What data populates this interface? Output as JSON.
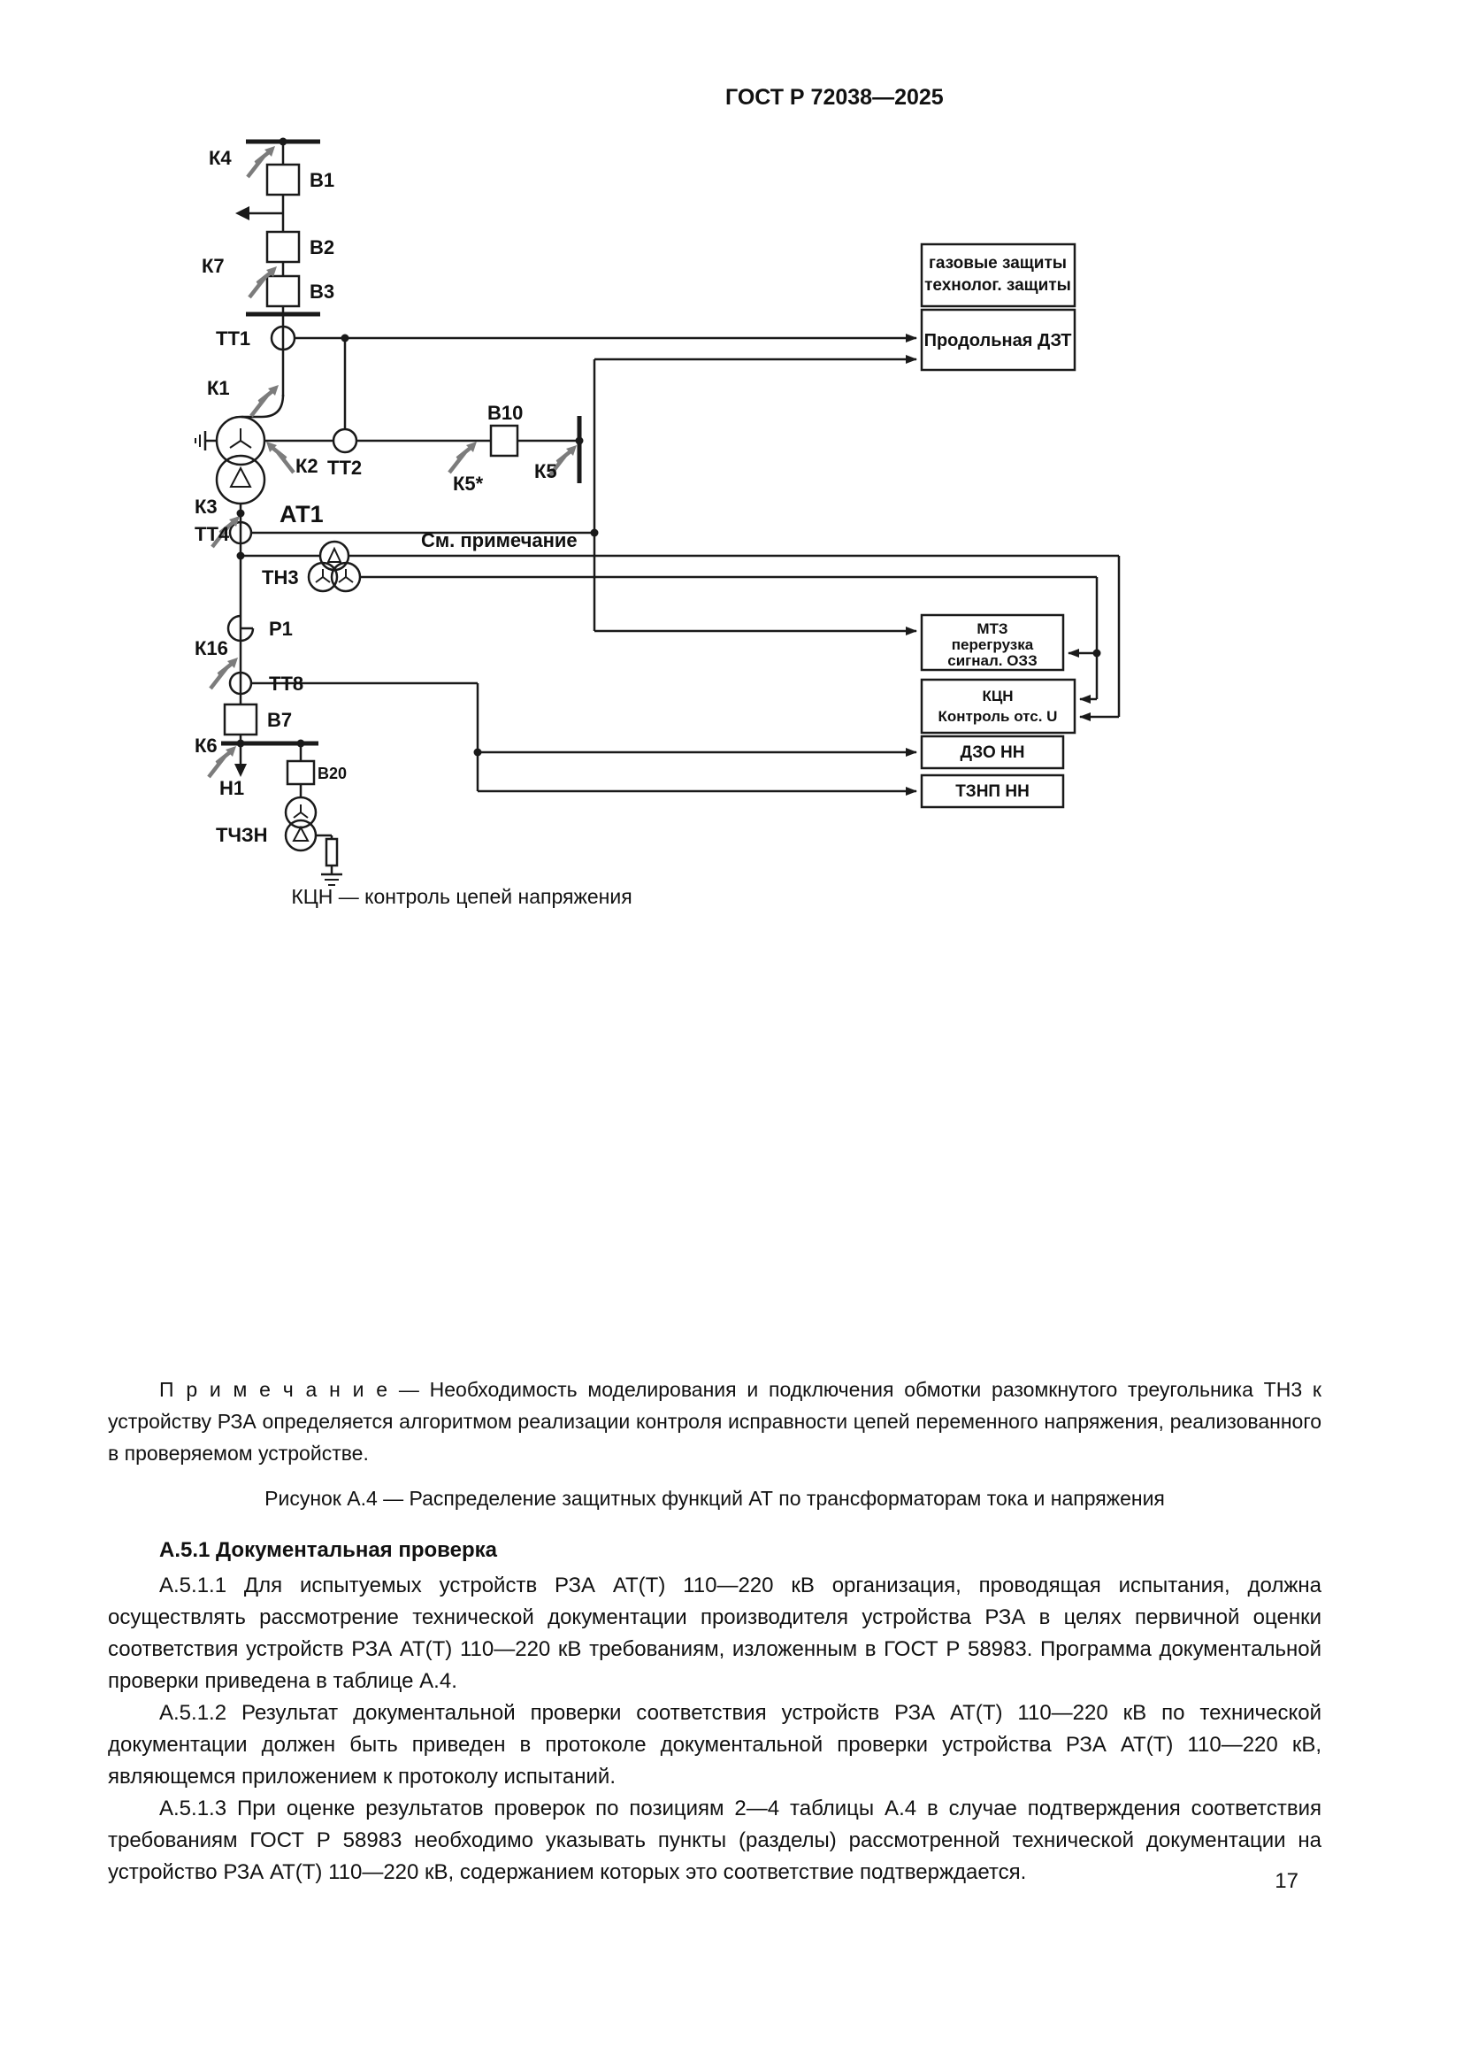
{
  "page": {
    "header": "ГОСТ Р 72038—2025",
    "number": "17"
  },
  "figure": {
    "labels": {
      "k4": "К4",
      "v1": "В1",
      "v2": "В2",
      "k7": "К7",
      "v3": "В3",
      "tt1": "ТТ1",
      "k1": "К1",
      "at1": "АТ1",
      "k2": "К2",
      "tt2": "ТТ2",
      "v10": "В10",
      "k5a": "К5*",
      "k5": "К5",
      "k3": "К3",
      "tt4": "ТТ4",
      "tn3": "ТН3",
      "see_note": "См. примечание",
      "r1": "Р1",
      "k16": "К16",
      "tt8": "ТТ8",
      "v7": "В7",
      "k6": "К6",
      "n1": "Н1",
      "v20": "В20",
      "tchzn": "ТЧЗН"
    },
    "boxes": {
      "gas_line1": "газовые защиты",
      "gas_line2": "технолог. защиты",
      "dzt": "Продольная ДЗТ",
      "mtz_line1": "МТЗ",
      "mtz_line2": "перегрузка",
      "mtz_line3": "сигнал. ОЗЗ",
      "kcn_line1": "КЦН",
      "kcn_line2": "Контроль отс. U",
      "dzo": "ДЗО НН",
      "tznp": "ТЗНП НН"
    },
    "legend": "КЦН — контроль цепей напряжения",
    "caption": "Рисунок А.4 — Распределение защитных функций АТ по трансформаторам тока и напряжения"
  },
  "note": {
    "label": "П р и м е ч а н и е",
    "body": "— Необходимость моделирования и подключения обмотки разомкнутого треугольника ТН3 к устройству РЗА определяется алгоритмом реализации контроля исправности цепей переменного напряжения, реализованного в проверяемом устройстве."
  },
  "section": {
    "heading": "А.5.1 Документальная проверка",
    "p1": "А.5.1.1 Для испытуемых устройств РЗА АТ(Т) 110—220 кВ организация, проводящая испытания, должна осуществлять рассмотрение технической документации производителя устройства РЗА в целях первичной оценки соответствия устройств РЗА АТ(Т) 110—220 кВ требованиям, изложенным в ГОСТ Р 58983. Программа документальной проверки приведена в таблице А.4.",
    "p2": "А.5.1.2 Результат документальной проверки соответствия устройств РЗА АТ(Т) 110—220 кВ по технической документации должен быть приведен в протоколе документальной проверки устройства РЗА АТ(Т) 110—220 кВ, являющемся приложением к протоколу испытаний.",
    "p3": "А.5.1.3 При оценке результатов проверок по позициям 2—4 таблицы А.4 в случае подтверждения соответствия требованиям ГОСТ Р 58983 необходимо указывать пункты (разделы) рассмотренной технической документации на устройство РЗА АТ(Т) 110—220 кВ, содержанием которых это соответствие подтверждается."
  }
}
